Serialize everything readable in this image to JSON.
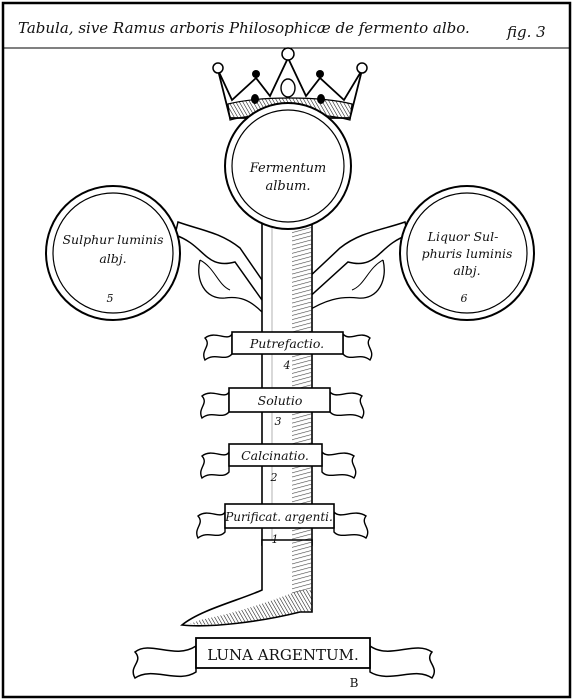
{
  "header": {
    "title": "Tabula, sive Ramus arboris Philosophicæ de fermento albo.",
    "figure": "fig. 3"
  },
  "circles": {
    "top": {
      "line1": "Fermentum",
      "line2": "album."
    },
    "left": {
      "line1": "Sulphur luminis",
      "line2": "albj.",
      "number": "5"
    },
    "right": {
      "line1": "Liquor Sul-",
      "line2": "phuris luminis",
      "line3": "albj.",
      "number": "6"
    }
  },
  "banners": [
    {
      "label": "Putrefactio.",
      "number": "4"
    },
    {
      "label": "Solutio",
      "number": "3"
    },
    {
      "label": "Calcinatio.",
      "number": "2"
    },
    {
      "label": "Purificat. argenti.",
      "number": "1"
    }
  ],
  "base": {
    "label": "LUNA ARGENTUM.",
    "letter": "B"
  }
}
